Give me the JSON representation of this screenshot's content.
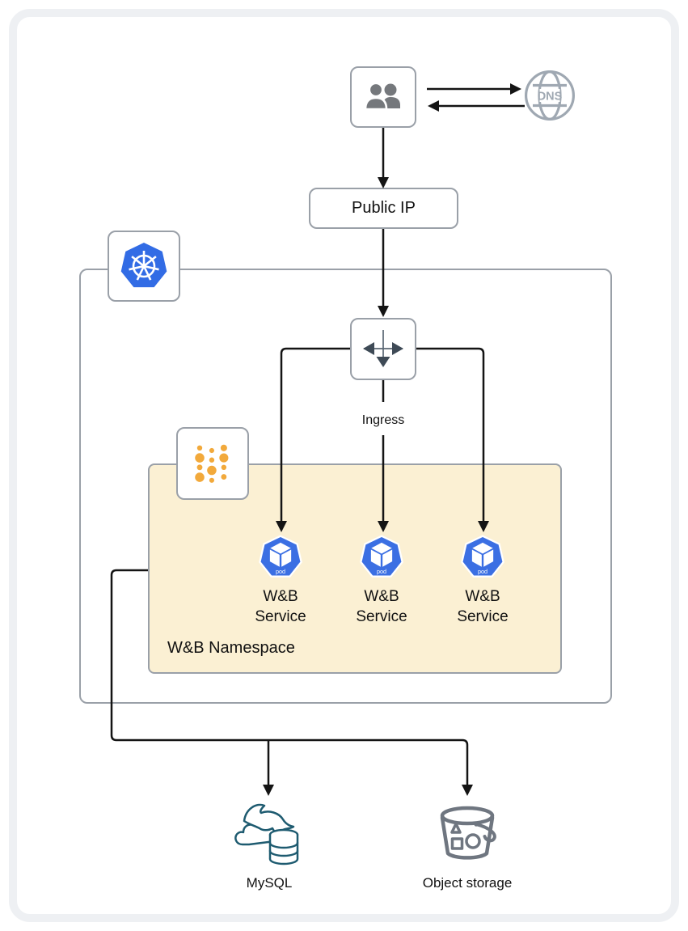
{
  "diagram": {
    "title_hint": "W&B Kubernetes deployment architecture",
    "nodes": {
      "users": {
        "icon": "users-icon"
      },
      "dns": {
        "label": "DNS",
        "icon": "dns-globe-icon"
      },
      "public_ip": {
        "label": "Public IP"
      },
      "kubernetes_cluster": {
        "icon": "kubernetes-logo-icon"
      },
      "ingress": {
        "label": "Ingress",
        "icon": "ingress-arrows-icon"
      },
      "namespace": {
        "label": "W&B Namespace",
        "icon": "namespace-dots-icon"
      },
      "pods": [
        {
          "label": "W&B Service",
          "badge": "pod",
          "icon": "k8s-pod-icon"
        },
        {
          "label": "W&B Service",
          "badge": "pod",
          "icon": "k8s-pod-icon"
        },
        {
          "label": "W&B Service",
          "badge": "pod",
          "icon": "k8s-pod-icon"
        }
      ],
      "mysql": {
        "label": "MySQL",
        "icon": "mysql-dolphin-icon"
      },
      "object_storage": {
        "label": "Object storage",
        "icon": "storage-bucket-icon"
      }
    },
    "colors": {
      "kubernetes_blue": "#326CE5",
      "pod_blue": "#3B6FE3",
      "namespace_fill": "#FBF0D3",
      "border_gray": "#9AA0A8",
      "dots_orange": "#F2A93B",
      "mysql_teal": "#1E5B70",
      "storage_gray": "#6F7680",
      "dns_gray": "#9FA8B2",
      "ingress_arrow": "#3E4A56",
      "line_black": "#141414"
    }
  }
}
